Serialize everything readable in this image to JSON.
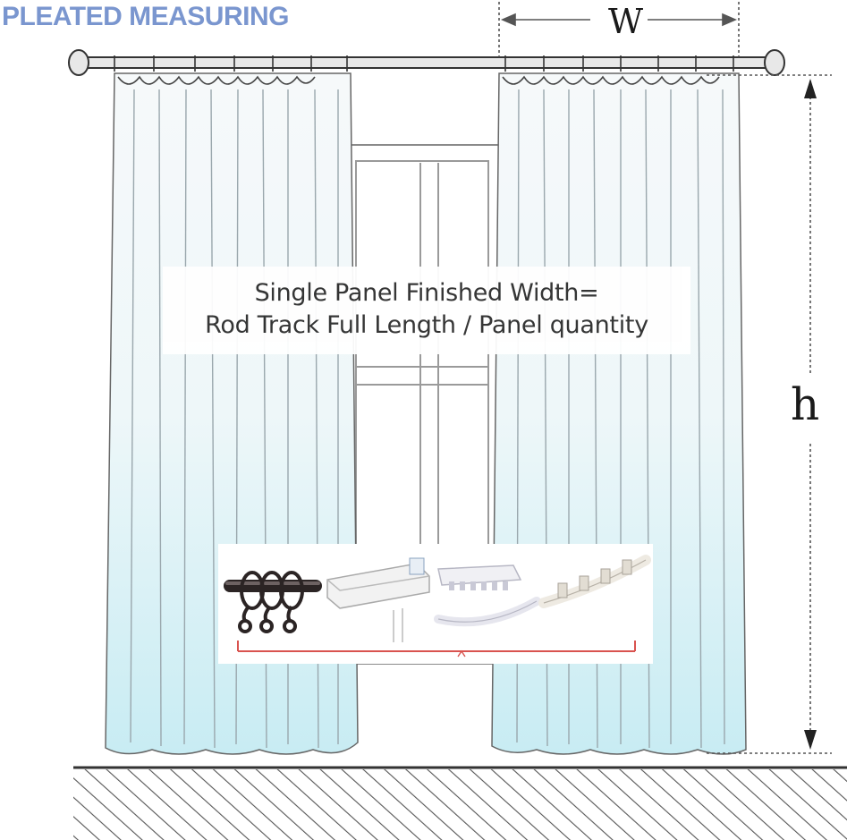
{
  "header": {
    "title": "PLEATED MEASURING"
  },
  "caption": {
    "line1": "Single Panel Finished Width=",
    "line2": "Rod Track Full Length / Panel quantity"
  },
  "dimensions": {
    "width_label": "W",
    "height_label": "h"
  },
  "hardware": {
    "items": [
      "curtain-rod-with-rings-icon",
      "ceiling-track-icon",
      "curved-track-icon",
      "flexible-track-icon"
    ]
  },
  "colors": {
    "title": "#7a96cf",
    "curtain_top": "#f4f8fa",
    "curtain_bottom": "#cfeef4",
    "outline": "#555555",
    "bracket": "#d9534f"
  }
}
